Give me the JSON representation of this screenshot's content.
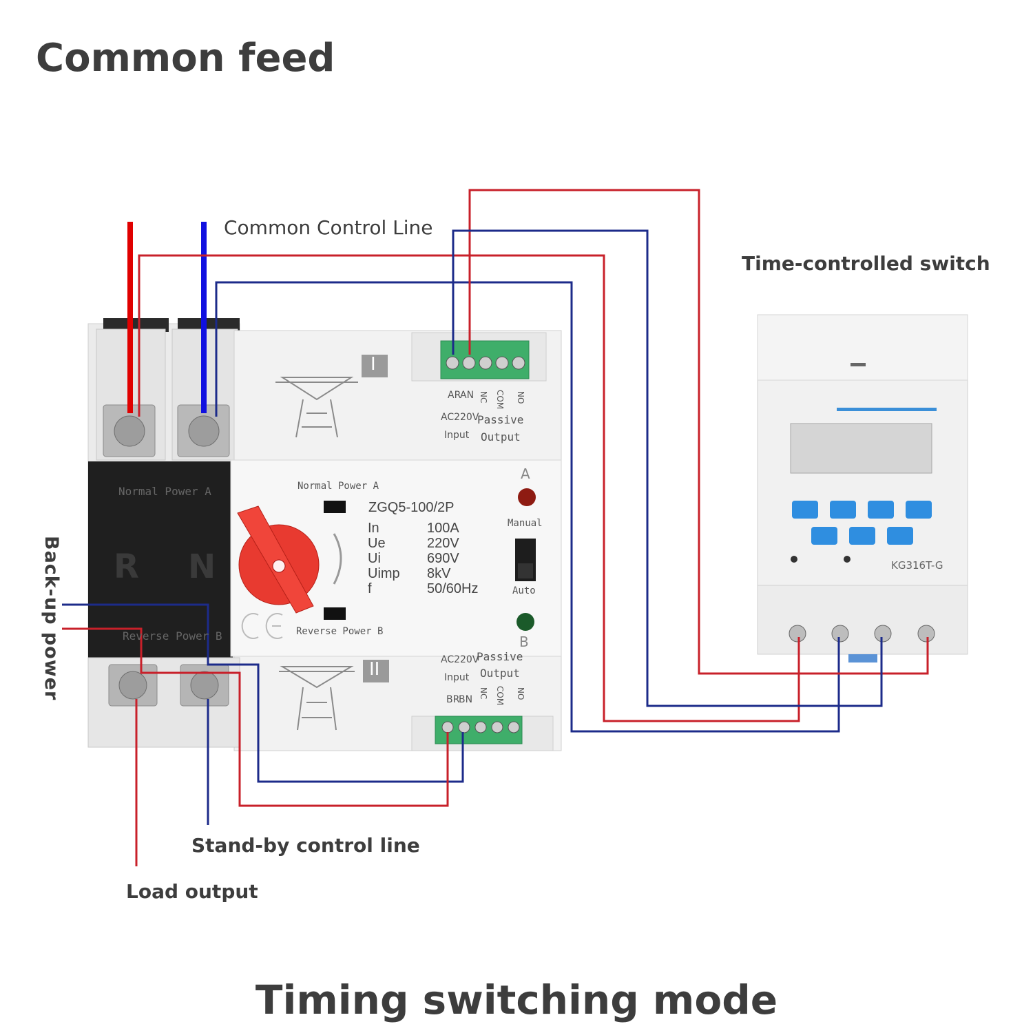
{
  "header": {
    "title": "Common feed"
  },
  "footer": {
    "title": "Timing switching mode"
  },
  "labels": {
    "common_control_line": "Common Control Line",
    "time_controlled_switch": "Time-controlled switch",
    "backup_power": "Back-up power",
    "standby_control_line": "Stand-by control line",
    "load_output": "Load output"
  },
  "ats_device": {
    "model": "ZGQ5-100/2P",
    "specs": [
      {
        "name": "In",
        "value": "100A"
      },
      {
        "name": "Ue",
        "value": "220V"
      },
      {
        "name": "Ui",
        "value": "690V"
      },
      {
        "name": "Uimp",
        "value": "8kV"
      },
      {
        "name": "f",
        "value": "50/60Hz"
      }
    ],
    "normal_power": "Normal Power A",
    "reverse_power": "Reverse Power B",
    "pole_r": "R",
    "pole_n": "N",
    "manual": "Manual",
    "auto": "Auto",
    "indicator_a": "A",
    "indicator_b": "B",
    "module_top_roman": "I",
    "module_bottom_roman": "II",
    "ce_mark": "CE",
    "top_terminal": {
      "ar": "AR",
      "an": "AN",
      "nc": "NC",
      "com": "COM",
      "no": "NO",
      "input_voltage": "AC220V",
      "input": "Input",
      "passive": "Passive",
      "output": "Output"
    },
    "bottom_terminal": {
      "br": "BR",
      "bn": "BN",
      "nc": "NC",
      "com": "COM",
      "no": "NO",
      "input_voltage": "AC220V",
      "input": "Input",
      "passive": "Passive",
      "output": "Output"
    }
  },
  "timer_device": {
    "model": "KG316T-G"
  },
  "colors": {
    "red_wire": "#c8202a",
    "blue_wire": "#1c2b8a",
    "bright_red": "#e00000",
    "bright_blue": "#1010e0"
  }
}
